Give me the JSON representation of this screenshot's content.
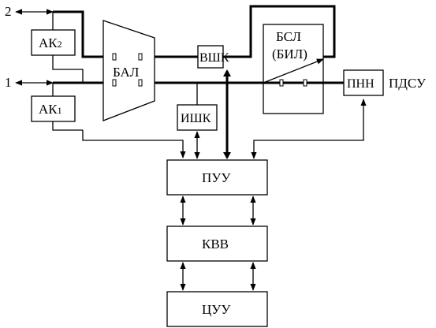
{
  "diagram": {
    "terminals": {
      "t1": "1",
      "t2": "2",
      "output": "ПДСУ"
    },
    "blocks": {
      "ak2": {
        "main": "АК",
        "sub": "2"
      },
      "ak1": {
        "main": "АК",
        "sub": "1"
      },
      "bal": "БАЛ",
      "vshk": "ВШК",
      "ishk": "ИШК",
      "bsl_line1": "БСЛ",
      "bsl_line2": "(БИЛ)",
      "pnn": "ПНН",
      "puu": "ПУУ",
      "kvv": "КВВ",
      "tsuu": "ЦУУ"
    }
  }
}
